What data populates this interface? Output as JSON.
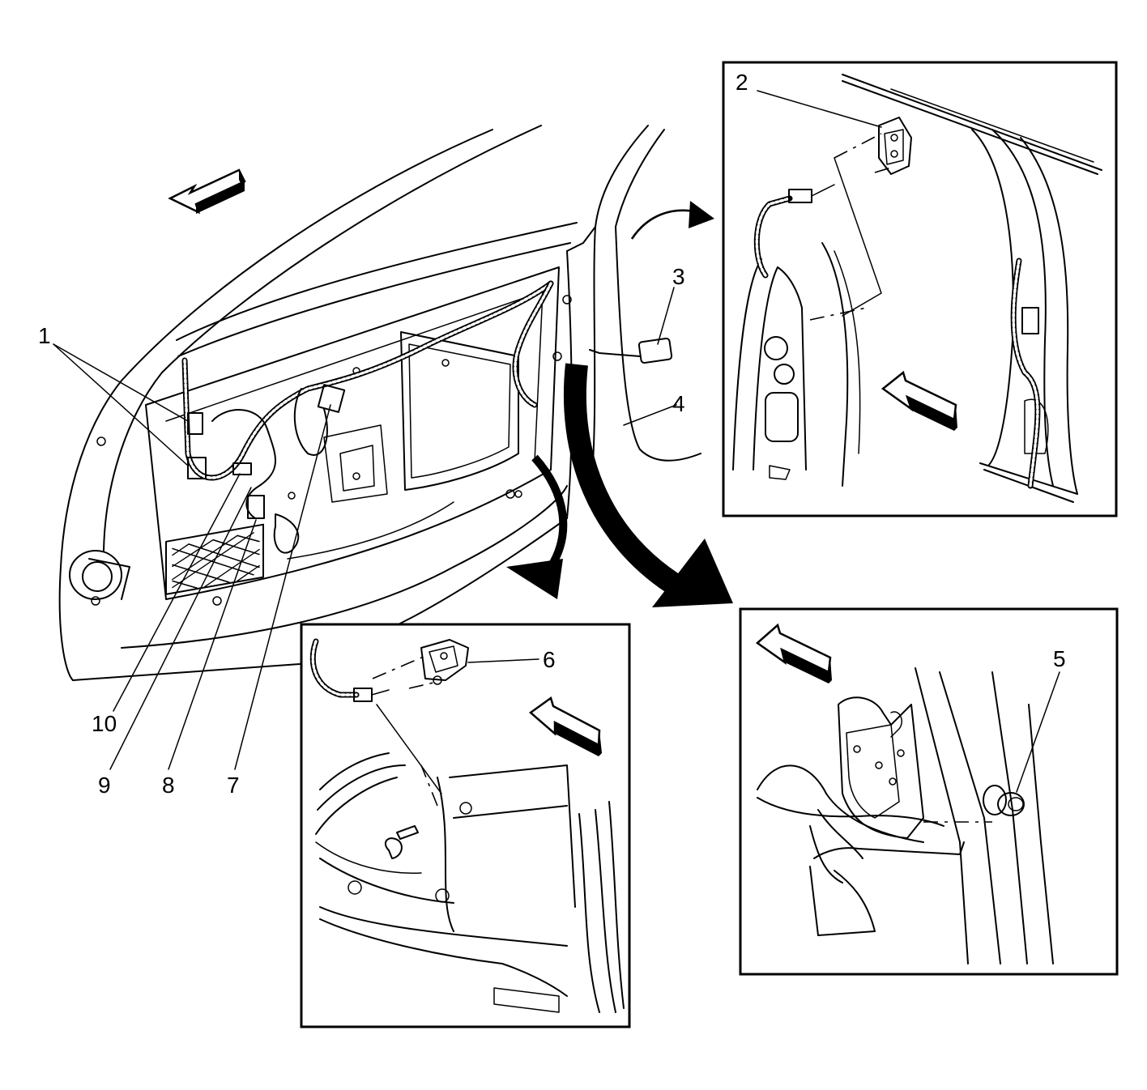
{
  "callouts": {
    "c1": "1",
    "c2": "2",
    "c3": "3",
    "c4": "4",
    "c5": "5",
    "c6": "6",
    "c7": "7",
    "c8": "8",
    "c9": "9",
    "c10": "10"
  },
  "icons": {
    "direction_arrow": "hollow-3d-arrow-icon",
    "transition_arrow": "curved-solid-arrow-icon"
  }
}
